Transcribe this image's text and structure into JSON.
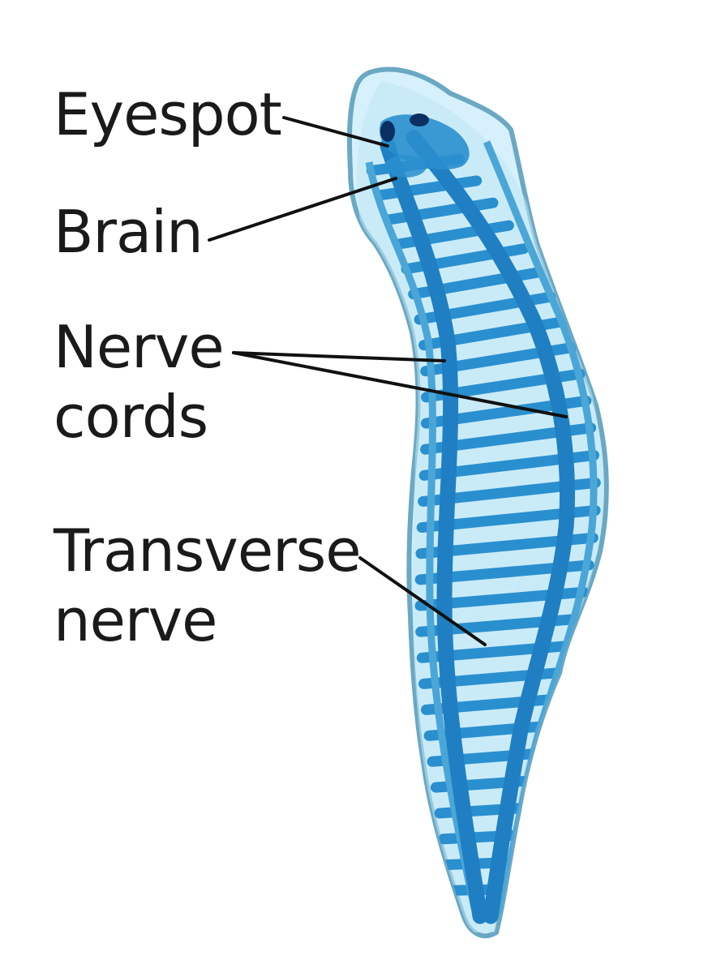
{
  "labels": {
    "eyespot": "Eyespot",
    "brain": "Brain",
    "nerve_cords_line1": "Nerve",
    "nerve_cords_line2": "cords",
    "transverse_line1": "Transverse",
    "transverse_line2": "nerve"
  },
  "colors": {
    "body_fill": "#d6f1fb",
    "nerve": "#2a8fce",
    "nerve_dark": "#1769a8",
    "outline": "#6aa8c4",
    "eyespot": "#0c2f63",
    "leader_line": "#111111",
    "label_text": "#1a1a1a"
  }
}
